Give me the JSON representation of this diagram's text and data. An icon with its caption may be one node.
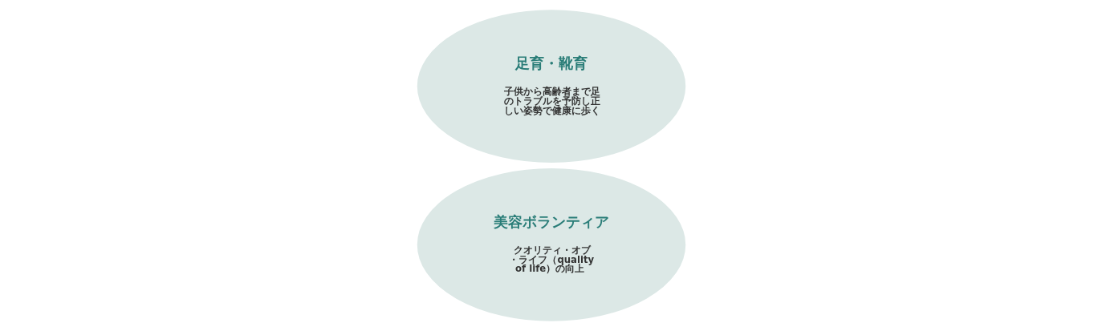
{
  "diagram": {
    "nodes": [
      {
        "text": [
          "美容ボランティア",
          "クオリティ・オブ・ライフ（quality of life）の向上"
        ]
      },
      {
        "text": [
          "足育・靴育",
          "子供から高齢者まで足のトラブルを予防し正しい姿勢で健康に歩く"
        ]
      }
    ],
    "edges": []
  }
}
